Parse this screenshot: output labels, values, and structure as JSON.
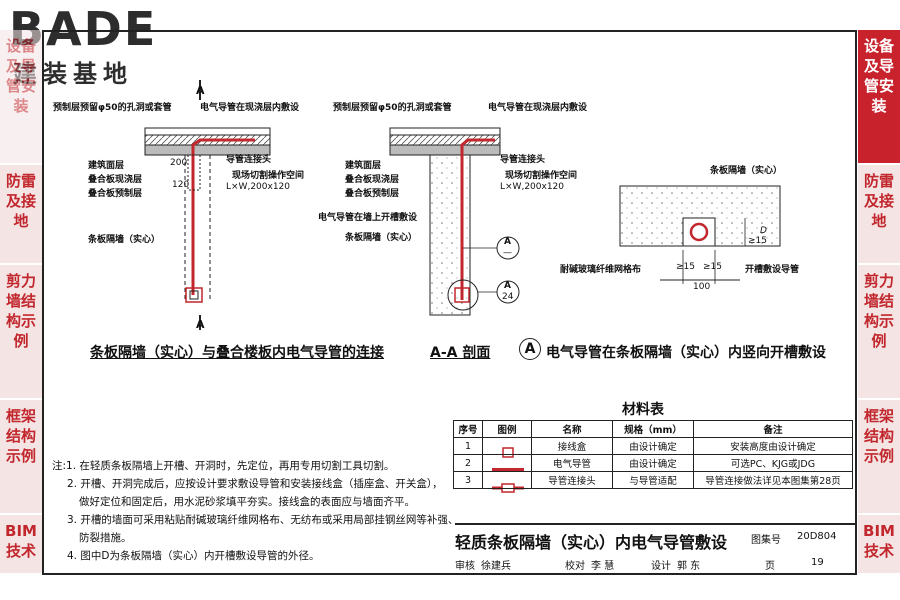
{
  "logo": {
    "brand": "BADE",
    "subtitle": "建装基地"
  },
  "side_left": [
    "设备及导管安装",
    "防雷及接地",
    "剪力墙结构示例",
    "框架结构示例",
    "BIM技术"
  ],
  "side_right": [
    "设备及导管安装",
    "防雷及接地",
    "剪力墙结构示例",
    "框架结构示例",
    "BIM技术"
  ],
  "drawing": {
    "left_labels": {
      "hole": "预制层预留φ50的孔洞或套管",
      "conduit_cast": "电气导管在现浇层内敷设",
      "floor": "建筑面层",
      "cast_layer": "叠合板现浇层",
      "precast_layer": "叠合板预制层",
      "connector": "导管连接头",
      "space": "现场切割操作空间",
      "lw": "L×W,200x120",
      "wall": "条板隔墙（实心）",
      "dim_200": "200",
      "dim_120": "120",
      "section_a": "A"
    },
    "middle_labels": {
      "hole": "预制层预留φ50的孔洞或套管",
      "conduit_cast": "电气导管在现浇层内敷设",
      "floor": "建筑面层",
      "cast_layer": "叠合板现浇层",
      "precast_layer": "叠合板预制层",
      "connector": "导管连接头",
      "space": "现场切割操作空间",
      "lw": "L×W,200x120",
      "slot": "电气导管在墙上开槽敷设",
      "wall": "条板隔墙（实心）",
      "bubble_a": "A",
      "bubble_dash": "—",
      "bubble_a2": "A",
      "bubble_24": "24"
    },
    "right_labels": {
      "wall": "条板隔墙（实心）",
      "mesh": "耐碱玻璃纤维网格布",
      "slot": "开槽敷设导管",
      "dim_15a": "≥15",
      "dim_15b": "≥15",
      "dim_100": "100",
      "dim_d": "D",
      "dim_15c": "≥15"
    },
    "caption_left": "条板隔墙（实心）与叠合楼板内电气导管的连接",
    "caption_mid": "A-A 剖面",
    "caption_right_mark": "A",
    "caption_right": "电气导管在条板隔墙（实心）内竖向开槽敷设"
  },
  "materials": {
    "title": "材料表",
    "headers": [
      "序号",
      "图例",
      "名称",
      "规格（mm）",
      "备注"
    ],
    "rows": [
      {
        "no": "1",
        "name": "接线盒",
        "spec": "由设计确定",
        "note": "安装高度由设计确定"
      },
      {
        "no": "2",
        "name": "电气导管",
        "spec": "由设计确定",
        "note": "可选PC、KJG或JDG"
      },
      {
        "no": "3",
        "name": "导管连接头",
        "spec": "与导管适配",
        "note": "导管连接做法详见本图集第28页"
      }
    ]
  },
  "notes": [
    "注:1. 在轻质条板隔墙上开槽、开洞时，先定位，再用专用切割工具切割。",
    "2. 开槽、开洞完成后，应按设计要求敷设导管和安装接线盒（插座盒、开关盒），",
    "做好定位和固定后，用水泥砂浆填平夯实。接线盒的表面应与墙面齐平。",
    "3. 开槽的墙面可采用粘贴耐碱玻璃纤维网格布、无纺布或采用局部挂钢丝网等补强、",
    "防裂措施。",
    "4. 图中D为条板隔墙（实心）内开槽敷设导管的外径。"
  ],
  "title_block": {
    "title": "轻质条板隔墙（实心）内电气导管敷设",
    "atlas_label": "图集号",
    "atlas_no": "20D804",
    "review": "审核",
    "reviewer": "徐建兵",
    "check": "校对",
    "checker": "李 慧",
    "design": "设计",
    "designer": "郭 东",
    "page_label": "页",
    "page_no": "19"
  }
}
